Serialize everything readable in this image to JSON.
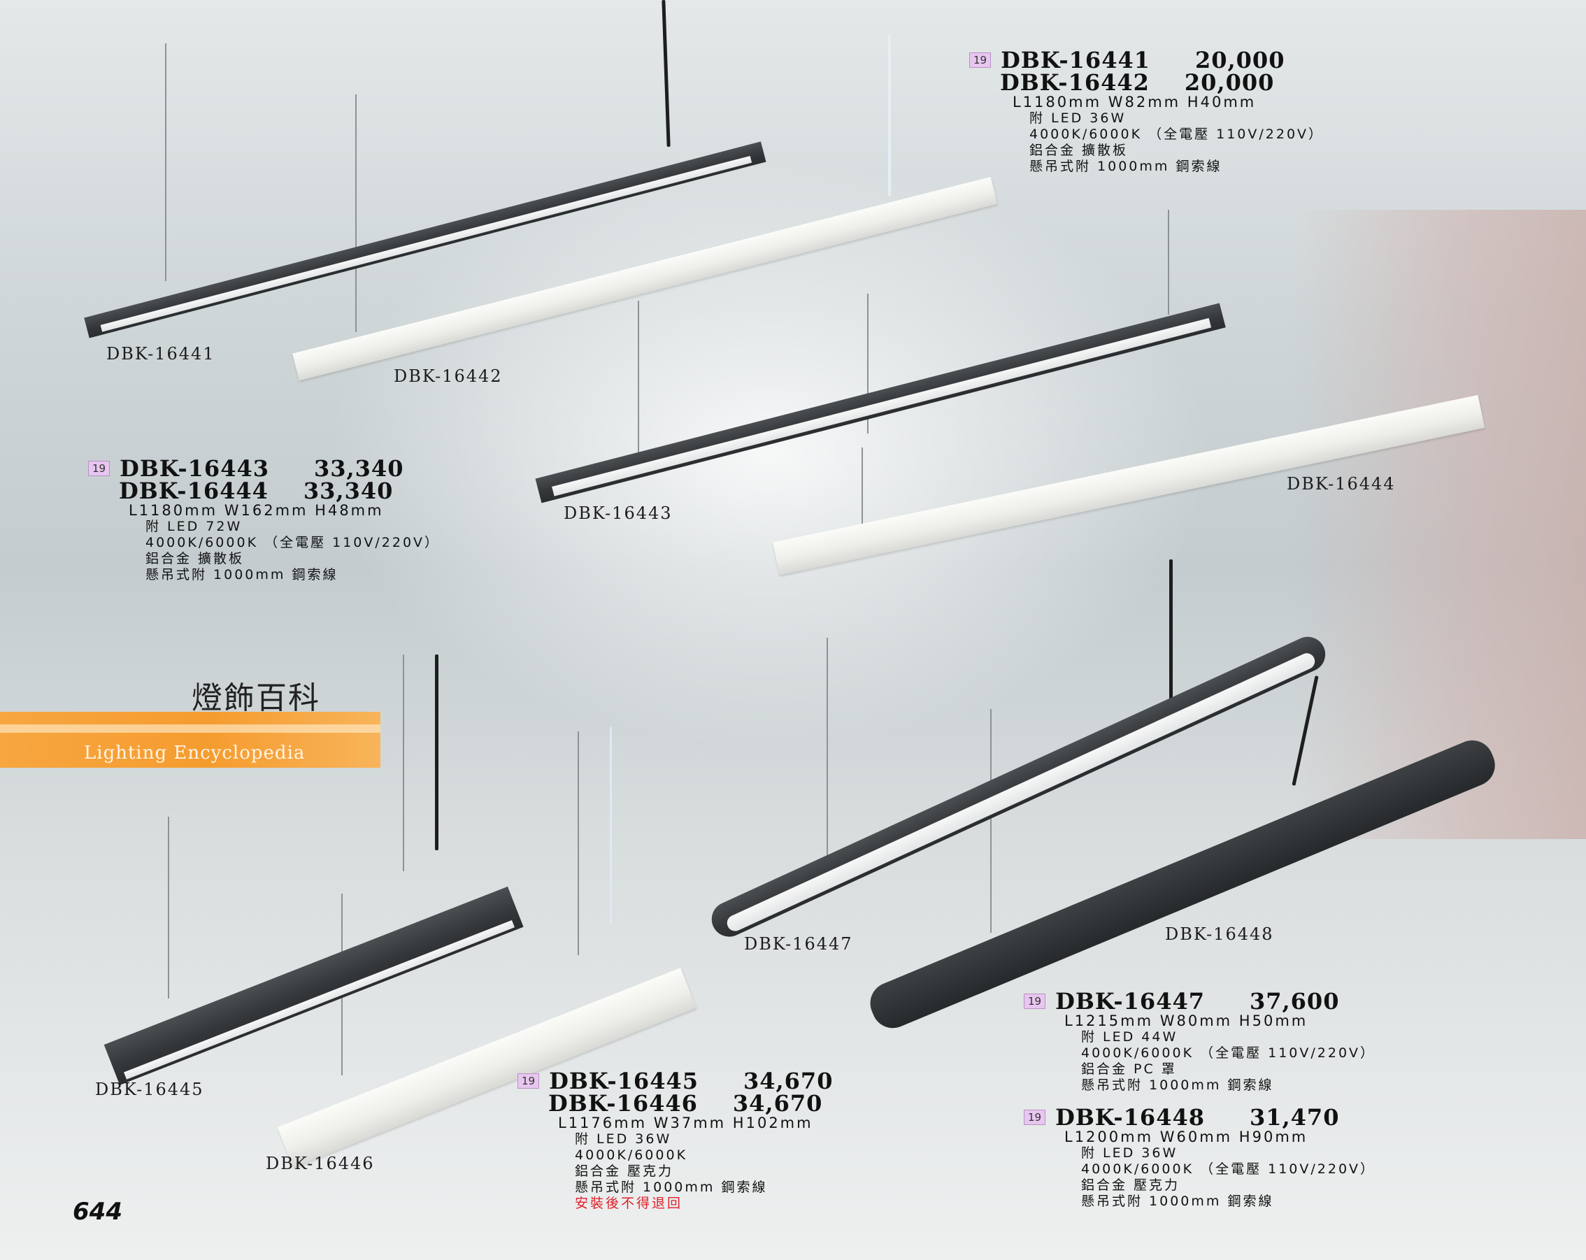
{
  "page": {
    "number": "644"
  },
  "encyclopedia": {
    "title_cn": "燈飾百科",
    "subtitle_en": "Lighting Encyclopedia"
  },
  "labels": {
    "l16441": "DBK-16441",
    "l16442": "DBK-16442",
    "l16443": "DBK-16443",
    "l16444": "DBK-16444",
    "l16445": "DBK-16445",
    "l16446": "DBK-16446",
    "l16447": "DBK-16447",
    "l16448": "DBK-16448"
  },
  "specs": {
    "a": {
      "badge": "19",
      "m1": "DBK-16441",
      "p1": "20,000",
      "m2": "DBK-16442",
      "p2": "20,000",
      "dims": "L1180mm  W82mm  H40mm",
      "d1": "附 LED 36W",
      "d2": "4000K/6000K （全電壓 110V/220V）",
      "d3": "鋁合金  擴散板",
      "d4": "懸吊式附 1000mm 鋼索線"
    },
    "b": {
      "badge": "19",
      "m1": "DBK-16443",
      "p1": "33,340",
      "m2": "DBK-16444",
      "p2": "33,340",
      "dims": "L1180mm  W162mm  H48mm",
      "d1": "附 LED 72W",
      "d2": "4000K/6000K （全電壓 110V/220V）",
      "d3": "鋁合金  擴散板",
      "d4": "懸吊式附 1000mm 鋼索線"
    },
    "c": {
      "badge": "19",
      "m1": "DBK-16445",
      "p1": "34,670",
      "m2": "DBK-16446",
      "p2": "34,670",
      "dims": "L1176mm  W37mm  H102mm",
      "d1": "附 LED 36W",
      "d2": "4000K/6000K",
      "d3": "鋁合金  壓克力",
      "d4": "懸吊式附 1000mm 鋼索線",
      "note": "安裝後不得退回"
    },
    "d": {
      "badge": "19",
      "m1": "DBK-16447",
      "p1": "37,600",
      "dims": "L1215mm  W80mm  H50mm",
      "d1": "附 LED 44W",
      "d2": "4000K/6000K （全電壓 110V/220V）",
      "d3": "鋁合金  PC 罩",
      "d4": "懸吊式附 1000mm 鋼索線"
    },
    "e": {
      "badge": "19",
      "m1": "DBK-16448",
      "p1": "31,470",
      "dims": "L1200mm  W60mm  H90mm",
      "d1": "附 LED 36W",
      "d2": "4000K/6000K （全電壓 110V/220V）",
      "d3": "鋁合金  壓克力",
      "d4": "懸吊式附 1000mm 鋼索線"
    }
  }
}
